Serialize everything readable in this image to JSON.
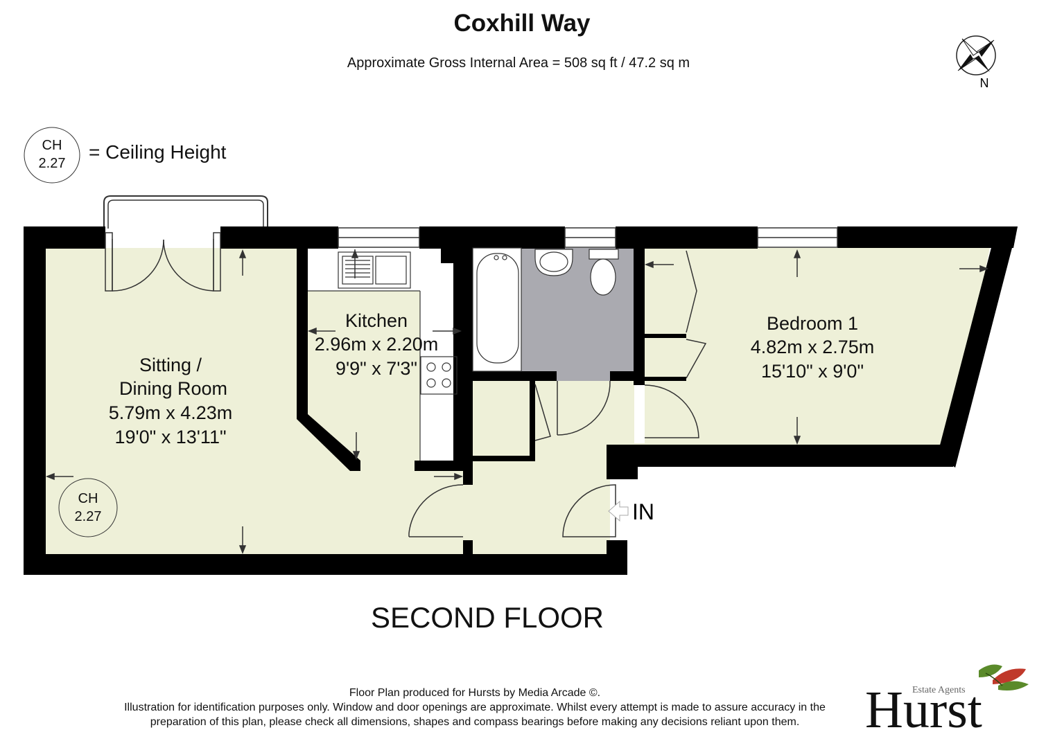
{
  "title": "Coxhill Way",
  "subtitle": "Approximate Gross Internal Area = 508 sq ft / 47.2 sq m",
  "compass": {
    "label": "N"
  },
  "legend": {
    "badge_line1": "CH",
    "badge_line2": "2.27",
    "text": "= Ceiling Height"
  },
  "rooms": {
    "sitting": {
      "name_line1": "Sitting /",
      "name_line2": "Dining Room",
      "metric": "5.79m x 4.23m",
      "imperial": "19'0\" x 13'11\""
    },
    "kitchen": {
      "name": "Kitchen",
      "metric": "2.96m x 2.20m",
      "imperial": "9'9\" x 7'3\""
    },
    "bedroom": {
      "name": "Bedroom 1",
      "metric": "4.82m x 2.75m",
      "imperial": "15'10\" x 9'0\""
    }
  },
  "ceiling_badge": {
    "line1": "CH",
    "line2": "2.27"
  },
  "entrance_label": "IN",
  "floor_label": "SECOND FLOOR",
  "footer": {
    "line1": "Floor Plan produced for Hursts by Media Arcade ©.",
    "line2": "Illustration for identification purposes only. Window and door openings are approximate. Whilst every attempt is made to assure accuracy in the",
    "line3": "preparation of this plan, please check all dimensions, shapes and compass bearings before making any decisions reliant upon them."
  },
  "logo": {
    "tagline": "Estate Agents",
    "name": "Hurst"
  },
  "colors": {
    "room_fill": "#eef0d8",
    "bathroom_fill": "#aaaab0",
    "wall": "#000000",
    "logo_red": "#c0392b",
    "logo_green": "#5a8a2a"
  }
}
